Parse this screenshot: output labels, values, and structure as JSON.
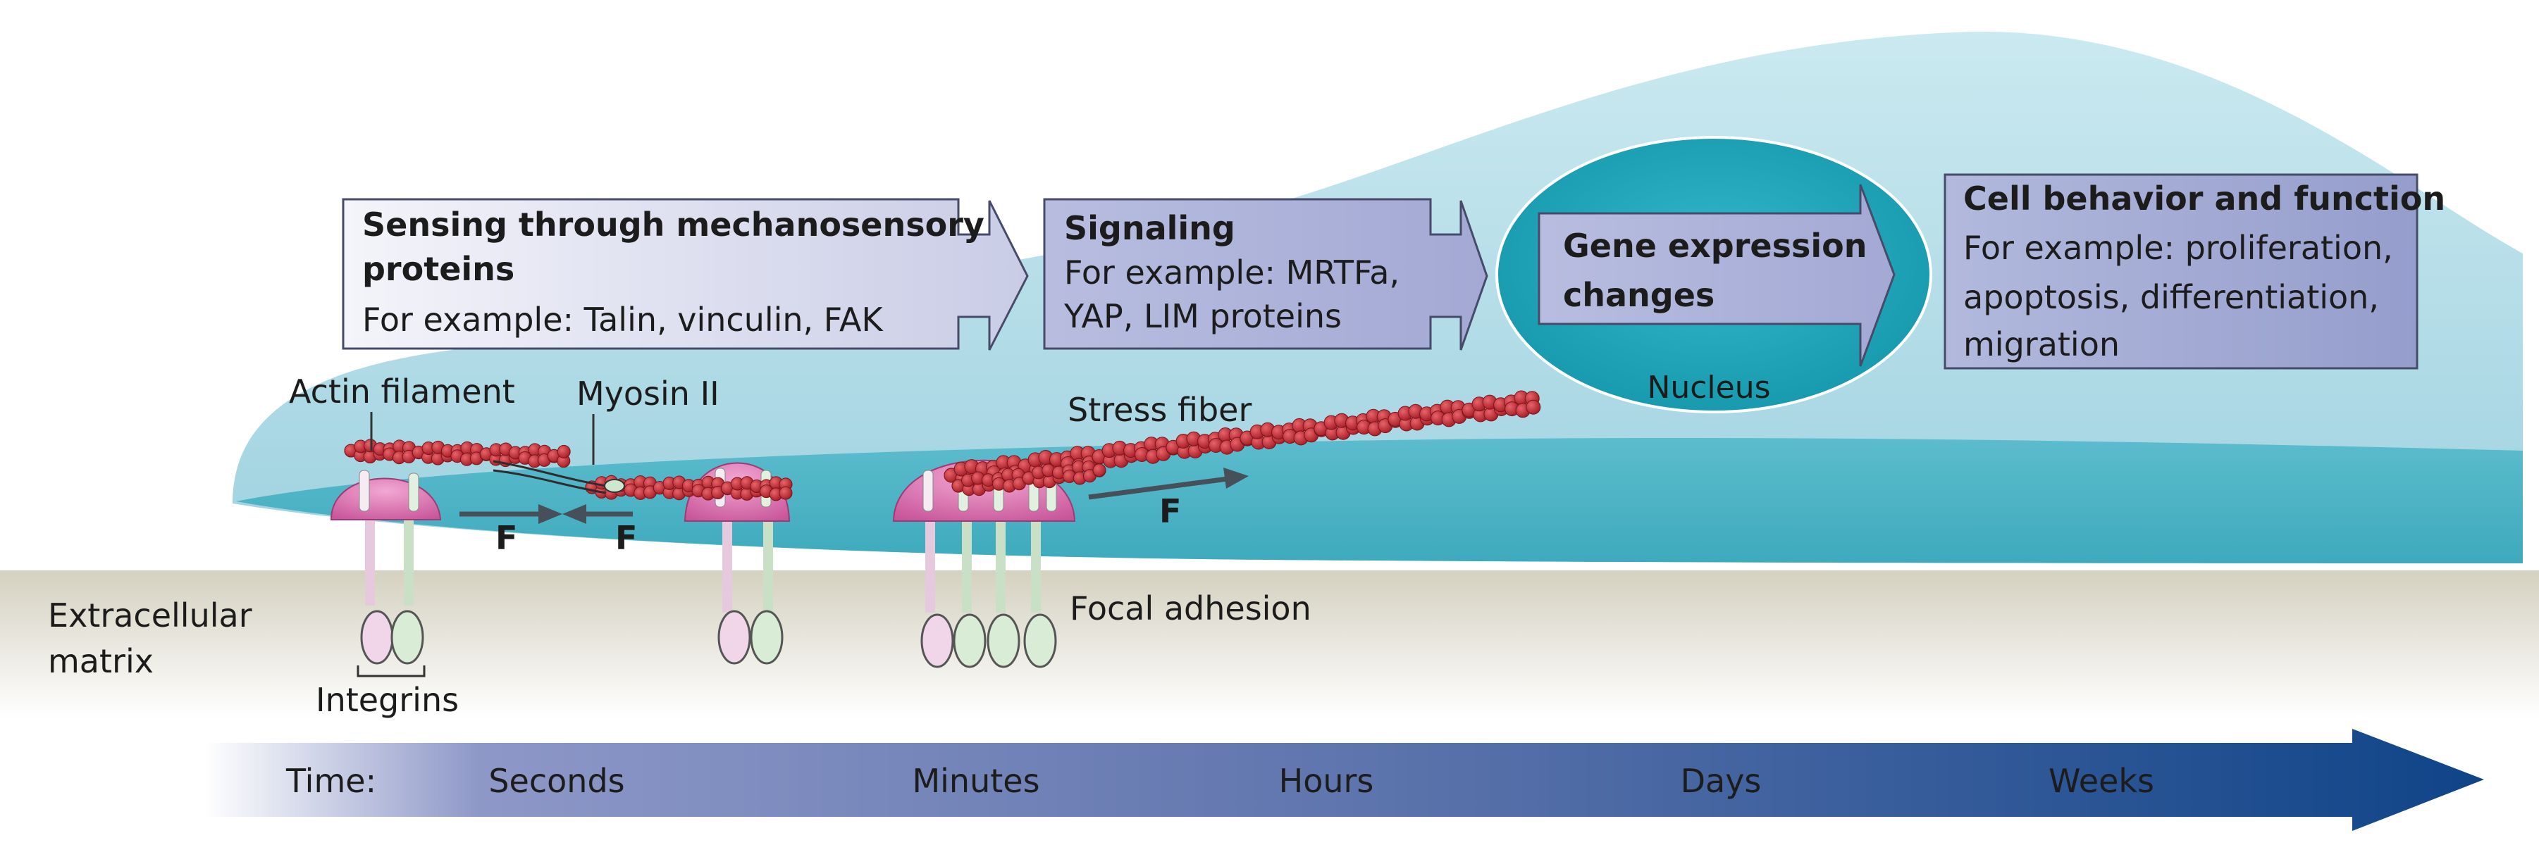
{
  "palette": {
    "cell_dark": "#4fb6c8",
    "cell_light": "#bfe3ec",
    "ecm": "#d9d6c7",
    "actin": "#c4262e",
    "adhesion": "#d76aa8",
    "box_fill": "#a7acd3",
    "nucleus": "#20a9bd",
    "timeline": "#1c4a8c"
  },
  "icons": [
    "force-arrow-icon",
    "stage-arrow-icon",
    "timeline-arrow-icon"
  ],
  "labels": {
    "actin_filament": "Actin filament",
    "myosin": "Myosin II",
    "stress_fiber": "Stress fiber",
    "focal_adhesion": "Focal adhesion",
    "integrins": "Integrins",
    "ecm_line1": "Extracellular",
    "ecm_line2": "matrix",
    "nucleus": "Nucleus",
    "force": "F"
  },
  "stages": {
    "sensing": {
      "title_line1": "Sensing through mechanosensory",
      "title_line2": "proteins",
      "body_line1": "For example: Talin, vinculin, FAK"
    },
    "signaling": {
      "title_line1": "Signaling",
      "body_line1": "For example: MRTFa,",
      "body_line2": "YAP, LIM proteins"
    },
    "gene": {
      "title_line1": "Gene expression",
      "title_line2": "changes"
    },
    "behavior": {
      "title_line1": "Cell behavior and function",
      "body_line1": "For example: proliferation,",
      "body_line2": "apoptosis, differentiation,",
      "body_line3": "migration"
    }
  },
  "timeline": {
    "label": "Time:",
    "ticks": [
      "Seconds",
      "Minutes",
      "Hours",
      "Days",
      "Weeks"
    ]
  }
}
